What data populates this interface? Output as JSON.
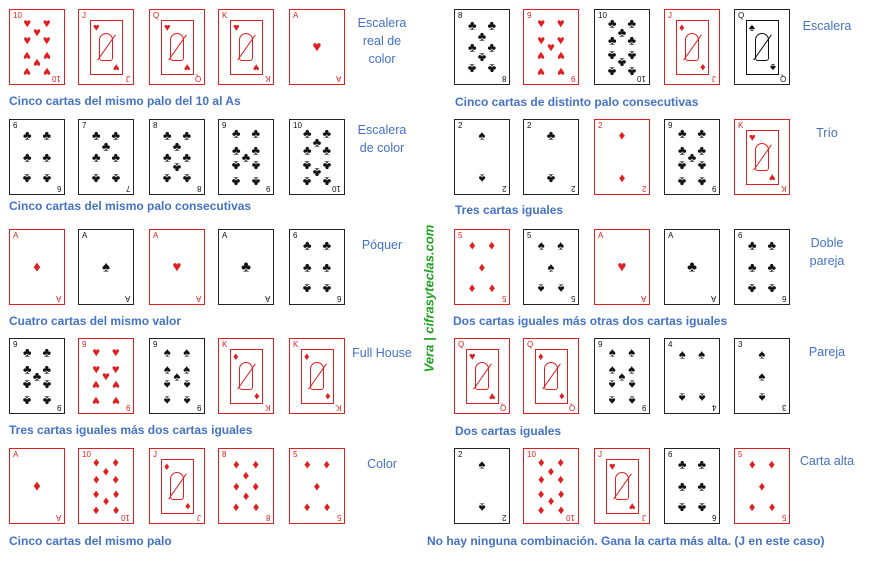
{
  "watermark": "Vera | cifrasyteclas.com",
  "colors": {
    "red": "#e02020",
    "black": "#111111",
    "label_blue": "#4472c4",
    "watermark_green": "#22a022"
  },
  "hands": [
    {
      "name": "Escalera real de color",
      "description": "Cinco cartas del mismo palo del 10 al As",
      "cards": [
        {
          "rank": "10",
          "suit": "hearts"
        },
        {
          "rank": "J",
          "suit": "hearts"
        },
        {
          "rank": "Q",
          "suit": "hearts"
        },
        {
          "rank": "K",
          "suit": "hearts"
        },
        {
          "rank": "A",
          "suit": "hearts"
        }
      ]
    },
    {
      "name": "Escalera de color",
      "description": "Cinco cartas del mismo palo consecutivas",
      "cards": [
        {
          "rank": "6",
          "suit": "clubs"
        },
        {
          "rank": "7",
          "suit": "clubs"
        },
        {
          "rank": "8",
          "suit": "clubs"
        },
        {
          "rank": "9",
          "suit": "clubs"
        },
        {
          "rank": "10",
          "suit": "clubs"
        }
      ]
    },
    {
      "name": "Póquer",
      "description": "Cuatro cartas del mismo valor",
      "cards": [
        {
          "rank": "A",
          "suit": "diamonds"
        },
        {
          "rank": "A",
          "suit": "spades"
        },
        {
          "rank": "A",
          "suit": "hearts"
        },
        {
          "rank": "A",
          "suit": "clubs"
        },
        {
          "rank": "6",
          "suit": "clubs"
        }
      ]
    },
    {
      "name": "Full House",
      "description": "Tres cartas iguales más dos cartas iguales",
      "cards": [
        {
          "rank": "9",
          "suit": "clubs"
        },
        {
          "rank": "9",
          "suit": "hearts"
        },
        {
          "rank": "9",
          "suit": "spades"
        },
        {
          "rank": "K",
          "suit": "diamonds"
        },
        {
          "rank": "K",
          "suit": "diamonds"
        }
      ]
    },
    {
      "name": "Color",
      "description": "Cinco cartas del mismo palo",
      "cards": [
        {
          "rank": "A",
          "suit": "diamonds"
        },
        {
          "rank": "10",
          "suit": "diamonds"
        },
        {
          "rank": "J",
          "suit": "diamonds"
        },
        {
          "rank": "8",
          "suit": "diamonds"
        },
        {
          "rank": "5",
          "suit": "diamonds"
        }
      ]
    },
    {
      "name": "Escalera",
      "description": "Cinco cartas de distinto palo consecutivas",
      "cards": [
        {
          "rank": "8",
          "suit": "clubs"
        },
        {
          "rank": "9",
          "suit": "hearts"
        },
        {
          "rank": "10",
          "suit": "clubs"
        },
        {
          "rank": "J",
          "suit": "diamonds"
        },
        {
          "rank": "Q",
          "suit": "spades"
        }
      ]
    },
    {
      "name": "Trío",
      "description": "Tres cartas iguales",
      "cards": [
        {
          "rank": "2",
          "suit": "spades"
        },
        {
          "rank": "2",
          "suit": "clubs"
        },
        {
          "rank": "2",
          "suit": "diamonds"
        },
        {
          "rank": "9",
          "suit": "clubs"
        },
        {
          "rank": "K",
          "suit": "hearts"
        }
      ]
    },
    {
      "name": "Doble pareja",
      "description": "Dos cartas iguales más otras dos cartas iguales",
      "cards": [
        {
          "rank": "5",
          "suit": "diamonds"
        },
        {
          "rank": "5",
          "suit": "spades"
        },
        {
          "rank": "A",
          "suit": "hearts"
        },
        {
          "rank": "A",
          "suit": "clubs"
        },
        {
          "rank": "6",
          "suit": "clubs"
        }
      ]
    },
    {
      "name": "Pareja",
      "description": "Dos cartas iguales",
      "cards": [
        {
          "rank": "Q",
          "suit": "hearts"
        },
        {
          "rank": "Q",
          "suit": "diamonds"
        },
        {
          "rank": "9",
          "suit": "spades"
        },
        {
          "rank": "4",
          "suit": "spades"
        },
        {
          "rank": "3",
          "suit": "spades"
        }
      ]
    },
    {
      "name": "Carta alta",
      "description": "No hay ninguna combinación. Gana la carta más alta. (J en este caso)",
      "cards": [
        {
          "rank": "2",
          "suit": "spades"
        },
        {
          "rank": "10",
          "suit": "diamonds"
        },
        {
          "rank": "J",
          "suit": "hearts"
        },
        {
          "rank": "6",
          "suit": "clubs"
        },
        {
          "rank": "5",
          "suit": "diamonds"
        }
      ]
    }
  ]
}
